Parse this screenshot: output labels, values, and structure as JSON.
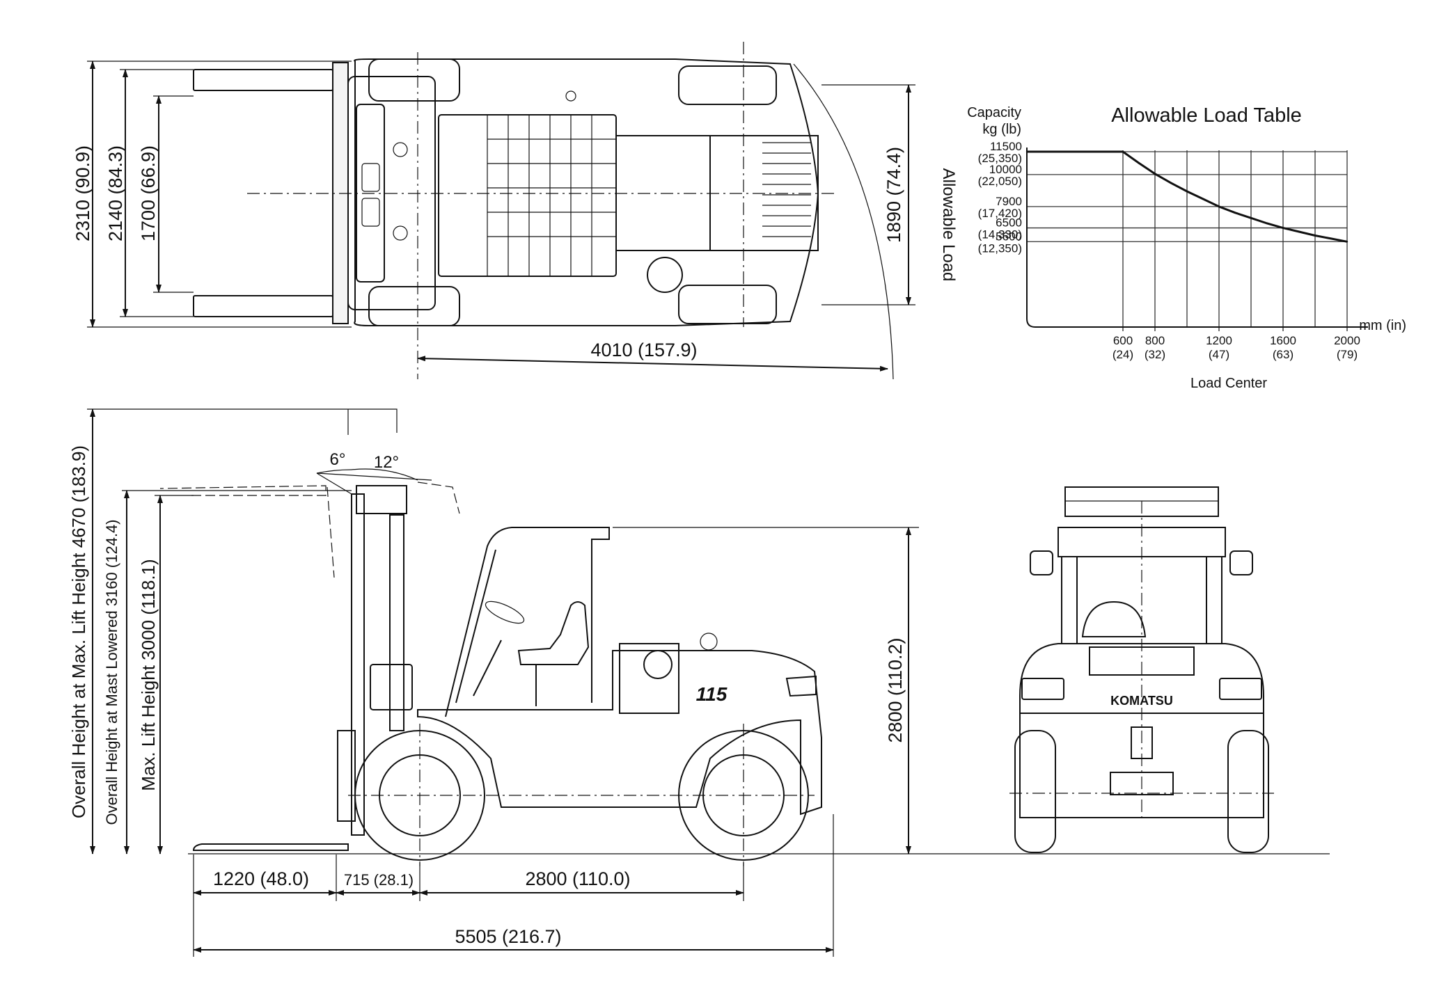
{
  "top_view": {
    "dims": {
      "d2310": "2310 (90.9)",
      "d2140": "2140 (84.3)",
      "d1700": "1700 (66.9)",
      "d1890": "1890 (74.4)",
      "d4010": "4010 (157.9)"
    }
  },
  "side_view": {
    "labels": {
      "overall_max": "Overall Height at Max. Lift Height  4670 (183.9)",
      "overall_lowered": "Overall Height at Mast Lowered  3160 (124.4)",
      "max_lift": "Max. Lift Height  3000 (118.1)"
    },
    "angles": {
      "fwd": "6°",
      "back": "12°"
    },
    "model_badge": "115",
    "dims": {
      "d2800h": "2800 (110.2)",
      "d1220": "1220 (48.0)",
      "d715": "715 (28.1)",
      "d2800w": "2800 (110.0)",
      "d5505": "5505 (216.7)"
    }
  },
  "rear_view": {
    "brand": "KOMATSU"
  },
  "chart_data": {
    "type": "line",
    "title": "Allowable Load Table",
    "ylabel_capacity": "Capacity",
    "ylabel_units": "kg (lb)",
    "ylabel_rotated": "Allowable Load",
    "xlabel": "Load Center",
    "xunits": "mm (in)",
    "x_ticks": [
      {
        "value": 600,
        "label": "600",
        "sub": "(24)"
      },
      {
        "value": 800,
        "label": "800",
        "sub": "(32)"
      },
      {
        "value": 1200,
        "label": "1200",
        "sub": "(47)"
      },
      {
        "value": 1600,
        "label": "1600",
        "sub": "(63)"
      },
      {
        "value": 2000,
        "label": "2000",
        "sub": "(79)"
      }
    ],
    "y_ticks": [
      {
        "value": 11500,
        "label": "11500",
        "sub": "(25,350)"
      },
      {
        "value": 10000,
        "label": "10000",
        "sub": "(22,050)"
      },
      {
        "value": 7900,
        "label": "7900",
        "sub": "(17,420)"
      },
      {
        "value": 6500,
        "label": "6500",
        "sub": "(14,330)"
      },
      {
        "value": 5600,
        "label": "5600",
        "sub": "(12,350)"
      }
    ],
    "series": [
      {
        "x": [
          0,
          600,
          700,
          800,
          900,
          1000,
          1100,
          1200,
          1300,
          1400,
          1500,
          1600,
          1700,
          1800,
          1900,
          2000
        ],
        "values": [
          11500,
          11500,
          10750,
          10050,
          9450,
          8900,
          8400,
          7900,
          7500,
          7150,
          6800,
          6500,
          6250,
          6000,
          5800,
          5600
        ]
      }
    ],
    "xlim": [
      0,
      2000
    ],
    "ylim": [
      0,
      11500
    ],
    "grid": true
  }
}
